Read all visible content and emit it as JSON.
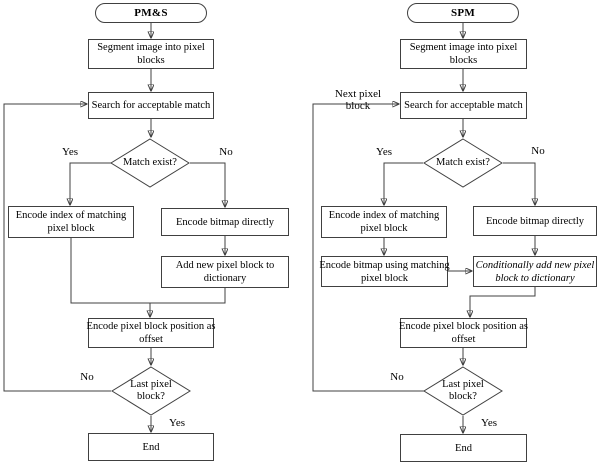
{
  "figure": {
    "background": "#ffffff",
    "line_color": "#404040",
    "text_color": "#000000"
  },
  "left": {
    "title": "PM&S",
    "nodes": {
      "segment": "Segment image into pixel\nblocks",
      "search": "Search for acceptable match",
      "match": "Match exist?",
      "encode_index": "Encode index of matching\npixel block",
      "encode_bitmap": "Encode bitmap directly",
      "add_new": "Add new pixel block to\ndictionary",
      "offset": "Encode pixel block position as\noffset",
      "last": "Last pixel\nblock?",
      "end": "End"
    },
    "labels": {
      "match_yes": "Yes",
      "match_no": "No",
      "last_no": "No",
      "last_yes": "Yes"
    },
    "edges": [
      {
        "from": "start",
        "to": "segment"
      },
      {
        "from": "segment",
        "to": "search"
      },
      {
        "from": "search",
        "to": "match"
      },
      {
        "from": "match",
        "to": "encode_index",
        "label": "Yes"
      },
      {
        "from": "match",
        "to": "encode_bitmap",
        "label": "No"
      },
      {
        "from": "encode_bitmap",
        "to": "add_new"
      },
      {
        "from": "encode_index",
        "to": "offset"
      },
      {
        "from": "add_new",
        "to": "offset"
      },
      {
        "from": "offset",
        "to": "last"
      },
      {
        "from": "last",
        "to": "search",
        "label": "No"
      },
      {
        "from": "last",
        "to": "end",
        "label": "Yes"
      }
    ]
  },
  "right": {
    "title": "SPM",
    "nodes": {
      "segment": "Segment image into pixel\nblocks",
      "search": "Search for acceptable match",
      "match": "Match exist?",
      "encode_index": "Encode index of matching\npixel block",
      "encode_bitmap": "Encode bitmap directly",
      "encode_bitmap_using": "Encode bitmap using matching\npixel block",
      "conditional_add": "Conditionally add new pixel\nblock to dictionary",
      "offset": "Encode pixel block position as\noffset",
      "last": "Last pixel\nblock?",
      "end": "End"
    },
    "labels": {
      "loop": "Next pixel block",
      "match_yes": "Yes",
      "match_no": "No",
      "last_no": "No",
      "last_yes": "Yes"
    },
    "edges": [
      {
        "from": "start",
        "to": "segment"
      },
      {
        "from": "segment",
        "to": "search"
      },
      {
        "from": "search",
        "to": "match"
      },
      {
        "from": "match",
        "to": "encode_index",
        "label": "Yes"
      },
      {
        "from": "match",
        "to": "encode_bitmap",
        "label": "No"
      },
      {
        "from": "encode_index",
        "to": "encode_bitmap_using"
      },
      {
        "from": "encode_bitmap",
        "to": "conditional_add"
      },
      {
        "from": "encode_bitmap_using",
        "to": "conditional_add"
      },
      {
        "from": "conditional_add",
        "to": "offset"
      },
      {
        "from": "offset",
        "to": "last"
      },
      {
        "from": "last",
        "to": "search",
        "label": "No / Next pixel block"
      },
      {
        "from": "last",
        "to": "end",
        "label": "Yes"
      }
    ]
  }
}
